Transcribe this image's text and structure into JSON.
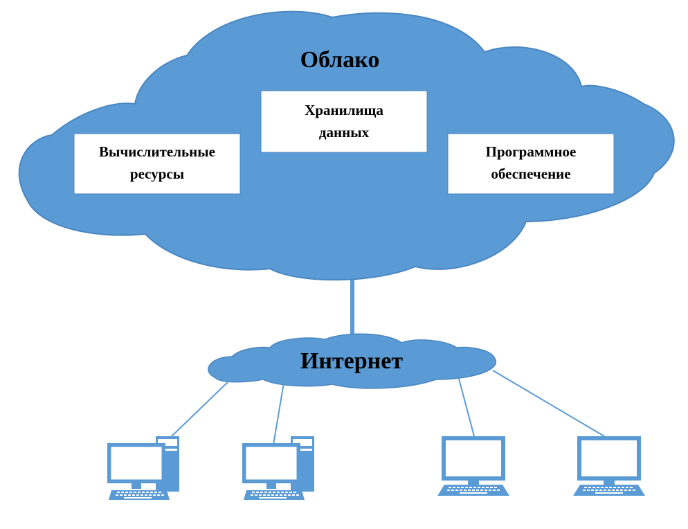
{
  "cloud": {
    "title": "Облако"
  },
  "boxes": {
    "compute": {
      "line1": "Вычислительные",
      "line2": "ресурсы"
    },
    "storage": {
      "line1": "Хранилища",
      "line2": "данных"
    },
    "software": {
      "line1": "Программное",
      "line2": "обеспечение"
    }
  },
  "internet": {
    "title": "Интернет"
  },
  "colors": {
    "cloud_fill": "#5b9bd5",
    "cloud_stroke": "#4a86c0",
    "box_fill": "#ffffff",
    "line": "#5b9bd5"
  }
}
